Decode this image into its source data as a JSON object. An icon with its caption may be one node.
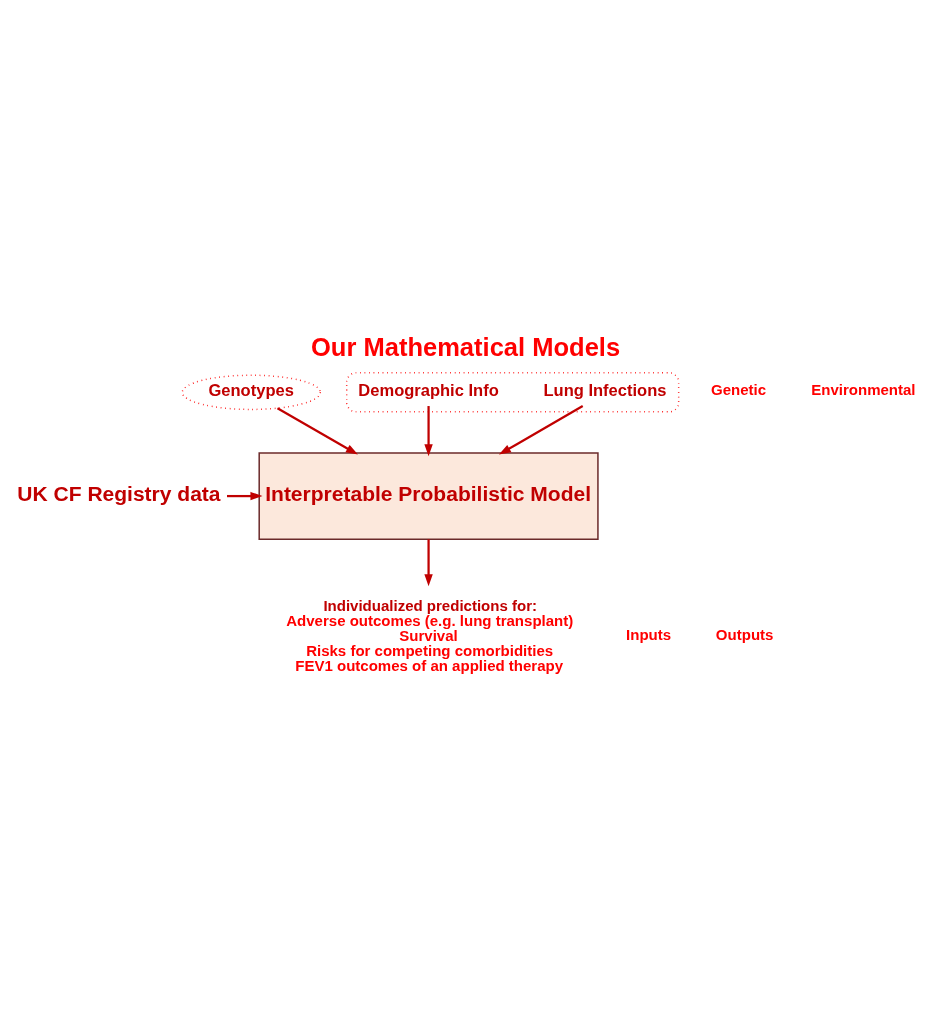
{
  "diagram": {
    "title": "Our Mathematical Models",
    "nodes": [
      {
        "text": [
          "Genotypes"
        ]
      },
      {
        "text": [],
        "shape": "ellipse"
      },
      {
        "text": [
          "Lung Infections"
        ],
        "in": 1
      },
      {
        "text": [
          "Demographic Info"
        ],
        "in": 1
      },
      {
        "text": [
          "UK CF Registry data"
        ]
      },
      {
        "text": [
          "Interpretable Probabilistic Model"
        ]
      },
      {
        "text": [
          "Individualized predictions for:",
          "Adverse outcomes (e.g. lung transplant)",
          "Survival",
          "Risks for competing comorbidities",
          "FEV1 outcomes of an applied therapy"
        ]
      }
    ],
    "edges": [
      {
        "from": 0,
        "to": 5,
        "arrow": "to"
      },
      {
        "from": 2,
        "to": 5,
        "arrow": "to"
      },
      {
        "from": 3,
        "to": 5,
        "arrow": "to"
      },
      {
        "from": 4,
        "to": 5,
        "arrow": "to"
      },
      {
        "from": 5,
        "to": 6,
        "arrow": "to"
      }
    ],
    "labels": [
      "Genetic",
      "Environmental",
      "Inputs",
      "Outputs"
    ]
  }
}
